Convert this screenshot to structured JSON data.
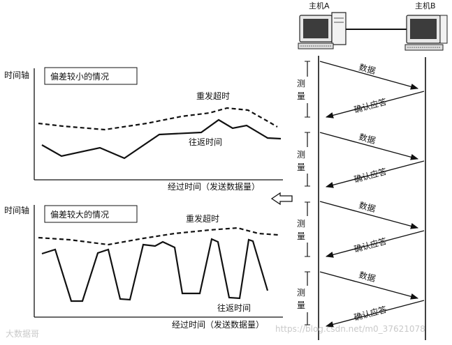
{
  "left": {
    "top_chart": {
      "axis_label": "时间轴",
      "box_title": "偏差较小的情况",
      "timeout_label": "重发超时",
      "rtt_label": "往返时间",
      "x_label": "经过时间（发送数据量）"
    },
    "bottom_chart": {
      "axis_label": "时间轴",
      "box_title": "偏差较大的情况",
      "timeout_label": "重发超时",
      "rtt_label": "往返时间",
      "x_label": "经过时间（发送数据量）"
    }
  },
  "right": {
    "host_a": "主机A",
    "host_b": "主机B",
    "measure_labels": [
      "测量",
      "测量",
      "测量",
      "测量"
    ],
    "arrows": [
      {
        "direction": "A-to-B",
        "label": "数据"
      },
      {
        "direction": "B-to-A",
        "label": "确认应答"
      },
      {
        "direction": "A-to-B",
        "label": "数据"
      },
      {
        "direction": "B-to-A",
        "label": "确认应答"
      },
      {
        "direction": "A-to-B",
        "label": "数据"
      },
      {
        "direction": "B-to-A",
        "label": "确认应答"
      },
      {
        "direction": "A-to-B",
        "label": "数据"
      },
      {
        "direction": "B-to-A",
        "label": "确认应答"
      }
    ]
  },
  "watermark_left": "大数据哥",
  "watermark_right": "https://blog.csdn.net/m0_37621078",
  "icons": [
    "computer-icon",
    "hollow-left-arrow-icon"
  ]
}
